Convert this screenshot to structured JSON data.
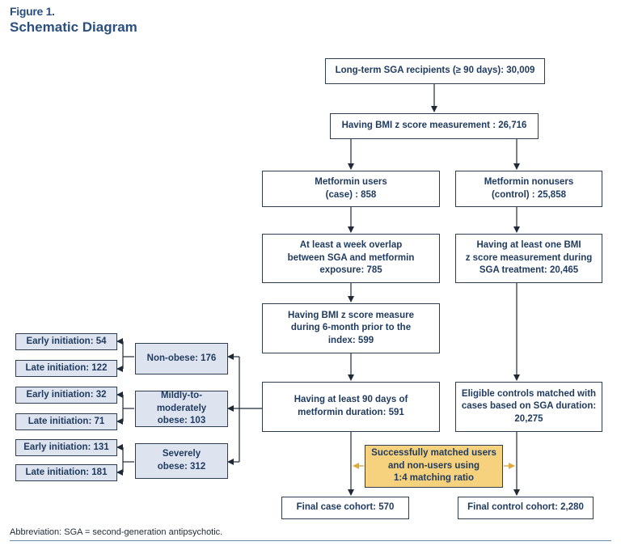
{
  "header": {
    "figure_label": "Figure 1.",
    "title": "Schematic Diagram"
  },
  "boxes": {
    "recipients": "Long-term SGA recipients (≥ 90 days): 30,009",
    "bmi_measure": "Having BMI z score measurement : 26,716",
    "users": "Metformin users\n(case) : 858",
    "nonusers": "Metformin nonusers\n(control) : 25,858",
    "overlap": "At least a week overlap\nbetween SGA and metformin\nexposure: 785",
    "one_bmi": "Having at least one BMI\nz score measurement during\nSGA treatment: 20,465",
    "prior_bmi": "Having BMI z score measure\nduring 6-month prior to the\nindex: 599",
    "duration": "Having at least 90 days of\nmetformin duration: 591",
    "eligible": "Eligible controls matched with\ncases based on SGA duration:\n20,275",
    "matched": "Successfully matched users\nand non-users using\n1:4 matching ratio",
    "final_case": "Final case cohort: 570",
    "final_control": "Final control cohort: 2,280",
    "non_obese": "Non-obese: 176",
    "mild_obese": "Mildly-to-moderately\nobese: 103",
    "severe_obese": "Severely\nobese: 312",
    "early_1": "Early initiation: 54",
    "late_1": "Late initiation: 122",
    "early_2": "Early initiation: 32",
    "late_2": "Late initiation: 71",
    "early_3": "Early initiation: 131",
    "late_3": "Late initiation: 181"
  },
  "footer": {
    "abbreviation": "Abbreviation: SGA = second-generation antipsychotic."
  },
  "colors": {
    "navy": "#1f3a5f",
    "box_blue": "#dde4ef",
    "box_gold": "#f6d27e",
    "arrow_gold": "#e0a93a"
  }
}
